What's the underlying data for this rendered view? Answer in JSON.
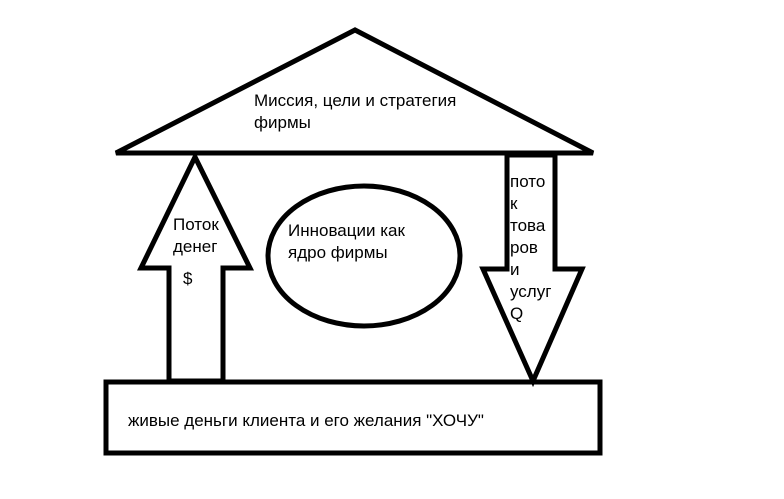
{
  "roof": {
    "line1": "Миссия, цели и стратегия",
    "line2": "фирмы"
  },
  "core": {
    "line1": "Инновации как",
    "line2": "ядро фирмы"
  },
  "money_flow": {
    "line1": "Поток",
    "line2": "денег",
    "symbol": "$"
  },
  "goods_flow": {
    "lines": [
      "пото",
      "к",
      "това",
      "ров",
      "и",
      "услуг",
      "Q"
    ]
  },
  "base": {
    "text": "живые деньги клиента и его желания \"ХОЧУ\""
  },
  "colors": {
    "stroke": "#000000",
    "background": "#ffffff"
  }
}
